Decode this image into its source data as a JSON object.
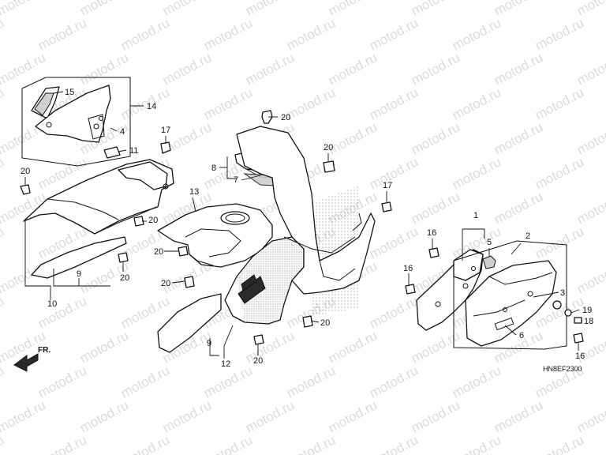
{
  "watermark": "motod.ru",
  "diagram_code": "HN8EF2300",
  "front_label": "FR.",
  "callouts": [
    "1",
    "2",
    "3",
    "4",
    "5",
    "6",
    "7",
    "8",
    "9",
    "9",
    "10",
    "11",
    "12",
    "13",
    "14",
    "15",
    "16",
    "16",
    "16",
    "17",
    "17",
    "18",
    "19",
    "20",
    "20",
    "20",
    "20",
    "20",
    "20",
    "20",
    "20",
    "20"
  ]
}
